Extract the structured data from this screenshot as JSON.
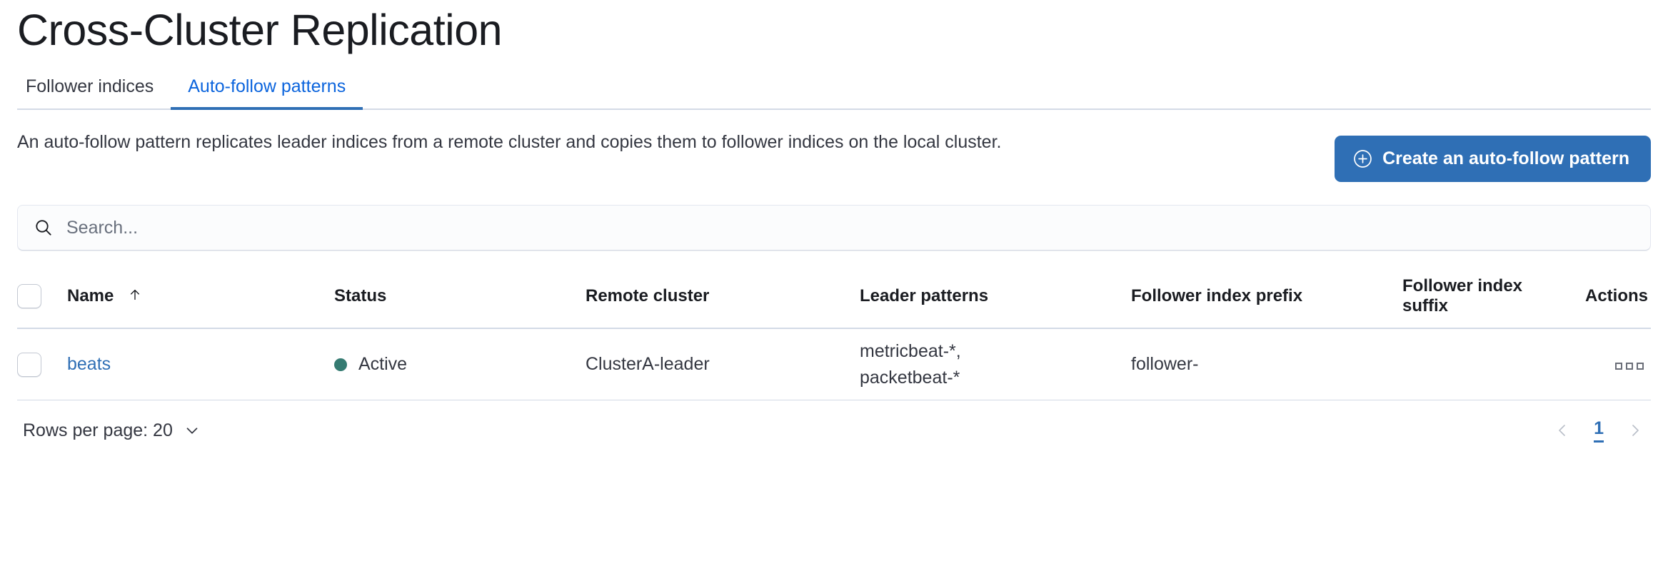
{
  "page": {
    "title": "Cross-Cluster Replication"
  },
  "tabs": [
    {
      "label": "Follower indices",
      "active": false
    },
    {
      "label": "Auto-follow patterns",
      "active": true
    }
  ],
  "intro": {
    "description": "An auto-follow pattern replicates leader indices from a remote cluster and copies them to follower indices on the local cluster.",
    "create_button_label": "Create an auto-follow pattern",
    "create_button_icon": "plus-in-circle-icon",
    "create_button_color": "#2f6fb5"
  },
  "search": {
    "placeholder": "Search...",
    "value": "",
    "icon": "search-icon"
  },
  "table": {
    "columns": [
      "Name",
      "Status",
      "Remote cluster",
      "Leader patterns",
      "Follower index prefix",
      "Follower index suffix",
      "Actions"
    ],
    "sort": {
      "column": "Name",
      "direction": "asc",
      "icon": "arrow-up-icon"
    },
    "rows": [
      {
        "selected": false,
        "name": "beats",
        "status": "Active",
        "status_color": "#357b72",
        "remote_cluster": "ClusterA-leader",
        "leader_patterns": "metricbeat-*,\npacketbeat-*",
        "follower_index_prefix": "follower-",
        "follower_index_suffix": "",
        "actions_icon": "ellipsis-horizontal-icon"
      }
    ]
  },
  "footer": {
    "rows_per_page_label": "Rows per page: 20",
    "rows_per_page_icon": "chevron-down-icon",
    "prev_icon": "chevron-left-icon",
    "next_icon": "chevron-right-icon",
    "current_page": "1"
  }
}
